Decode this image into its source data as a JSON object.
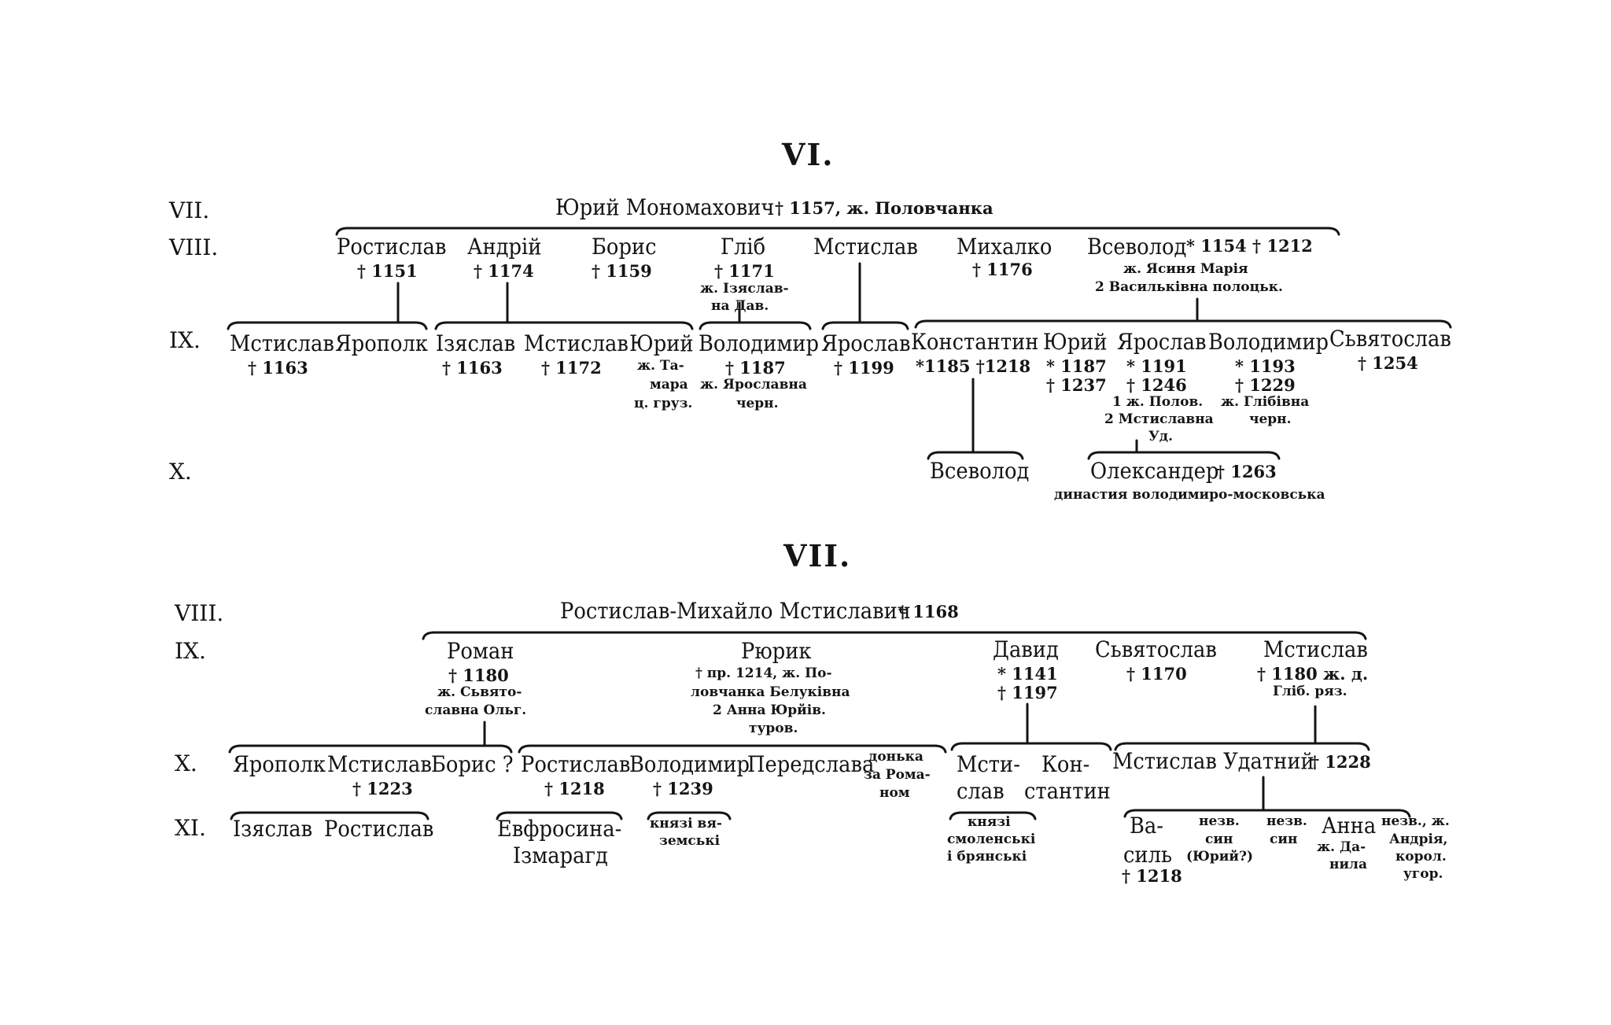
{
  "colors": {
    "ink": "#141414",
    "paper": "#ffffff"
  },
  "titles": {
    "vi": "VI.",
    "vii": "VII."
  },
  "gens": {
    "vii": "VII.",
    "viii": "VIII.",
    "ix": "IX.",
    "x": "X.",
    "xi": "XI."
  },
  "t1": {
    "root_name": "Юрий Мономахович",
    "root_info": "† 1157, ж. Половчанка",
    "gen8": {
      "rostyslav": {
        "name": "Ростислав",
        "info": "† 1151"
      },
      "andrii": {
        "name": "Андрій",
        "info": "† 1174"
      },
      "borys": {
        "name": "Борис",
        "info": "† 1159"
      },
      "hlib": {
        "name": "Гліб",
        "info": "† 1171",
        "l1": "ж. Ізяслав-",
        "l2": "на Дав."
      },
      "mstyslav": {
        "name": "Мстислав"
      },
      "mykhalko": {
        "name": "Михалко",
        "info": "† 1176"
      },
      "vsevolod": {
        "name": "Всеволод",
        "info": "* 1154 † 1212",
        "l1": "ж. Ясиня Марія",
        "l2": "2 Васильківна полоцьк."
      }
    },
    "gen9": {
      "mstyslav": {
        "name": "Мстислав",
        "info": "† 1163"
      },
      "yaropolk": {
        "name": "Ярополк"
      },
      "iziaslav": {
        "name": "Ізяслав",
        "info": "† 1163"
      },
      "mstyslav2": {
        "name": "Мстислав",
        "info": "† 1172"
      },
      "yurii": {
        "name": "Юрий",
        "l1": "ж. Та-",
        "l2": "мара",
        "l3": "ц. груз."
      },
      "volodymyr": {
        "name": "Володимир",
        "info": "† 1187",
        "l1": "ж. Ярославна",
        "l2": "черн."
      },
      "yaroslav": {
        "name": "Ярослав",
        "info": "† 1199"
      },
      "kostiantyn": {
        "name": "Константин",
        "info": "*1185 †1218"
      },
      "yurii2": {
        "name": "Юрий",
        "i1": "* 1187",
        "i2": "† 1237"
      },
      "yaroslav2": {
        "name": "Ярослав",
        "i1": "* 1191",
        "i2": "† 1246",
        "l1": "1 ж. Полов.",
        "l2": "2 Мстиславна",
        "l3": "Уд."
      },
      "volodymyr2": {
        "name": "Володимир",
        "i1": "* 1193",
        "i2": "† 1229",
        "l1": "ж. Глібівна",
        "l2": "черн."
      },
      "sviatoslav": {
        "name": "Сьвятослав",
        "info": "† 1254"
      }
    },
    "gen10": {
      "vsevolod": {
        "name": "Всеволод"
      },
      "oleksander": {
        "name": "Олександер",
        "info": "† 1263",
        "l1": "династия володимиро-московська"
      }
    }
  },
  "t2": {
    "root_name": "Ростислав-Михайло Мстиславич",
    "root_info": "† 1168",
    "gen9": {
      "roman": {
        "name": "Роман",
        "info": "† 1180",
        "l1": "ж. Сьвято-",
        "l2": "славна Ольг."
      },
      "riuryk": {
        "name": "Рюрик",
        "l1": "† пр. 1214, ж. По-",
        "l2": "ловчанка Белуківна",
        "l3": "2 Анна Юрйів.",
        "l4": "туров."
      },
      "davyd": {
        "name": "Давид",
        "i1": "* 1141",
        "i2": "† 1197"
      },
      "sviatoslav": {
        "name": "Сьвятослав",
        "info": "† 1170"
      },
      "mstyslav": {
        "name": "Мстислав",
        "info": "† 1180 ж. д.",
        "l1": "Гліб. ряз."
      }
    },
    "gen10": {
      "yaropolk": {
        "name": "Ярополк"
      },
      "mstyslav": {
        "name": "Мстислав",
        "info": "† 1223"
      },
      "borys": {
        "name": "Борис ?"
      },
      "rostyslav": {
        "name": "Ростислав",
        "info": "† 1218"
      },
      "volodymyr": {
        "name": "Володимир",
        "info": "† 1239"
      },
      "peredslava": {
        "name": "Передслава"
      },
      "donka": {
        "l1": "донька",
        "l2": "за Рома-",
        "l3": "ном"
      },
      "mstyslav2": {
        "n1": "Мсти-",
        "n2": "слав"
      },
      "kostiantyn": {
        "n1": "Кон-",
        "n2": "стантин"
      },
      "udatnyi": {
        "name": "Мстислав Удатний",
        "info": "† 1228"
      }
    },
    "gen11": {
      "iziaslav": {
        "name": "Ізяслав"
      },
      "rostyslav": {
        "name": "Ростислав"
      },
      "yevfrosyna": {
        "n1": "Евфросина-",
        "n2": "Ізмарагд"
      },
      "viazemski": {
        "l1": "князі вя-",
        "l2": "земські"
      },
      "smolenski": {
        "l1": "князі",
        "l2": "смоленські",
        "l3": "і брянські"
      },
      "vasyl": {
        "n1": "Ва-",
        "n2": "силь",
        "info": "† 1218"
      },
      "unk1": {
        "l1": "незв.",
        "l2": "син",
        "l3": "(Юрий?)"
      },
      "unk2": {
        "l1": "незв.",
        "l2": "син"
      },
      "anna": {
        "name": "Анна",
        "l1": "ж. Да-",
        "l2": "нила"
      },
      "unk3": {
        "l1": "незв., ж.",
        "l2": "Андрія,",
        "l3": "корол.",
        "l4": "угор."
      }
    }
  }
}
